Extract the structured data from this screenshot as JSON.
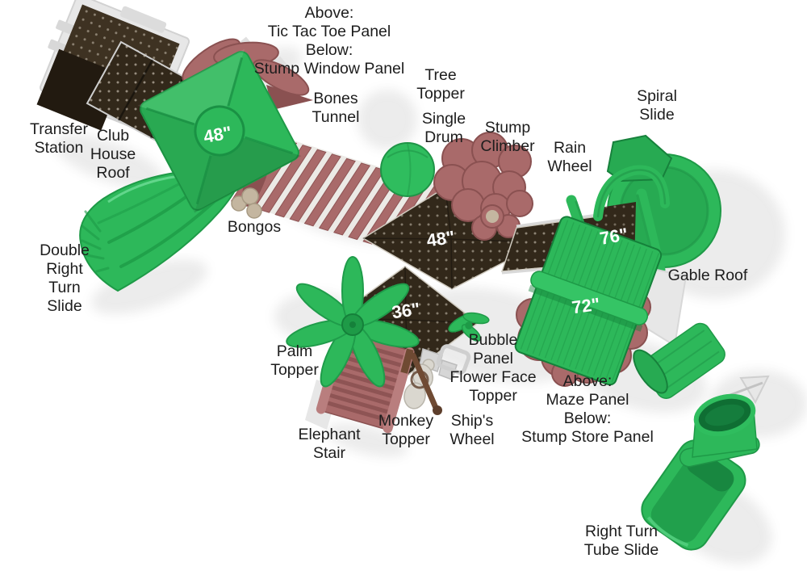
{
  "diagram": {
    "type": "playground-equipment-overhead-plan",
    "background": "#ffffff"
  },
  "labels": {
    "tic_tac_toe": "Above:\nTic Tac Toe Panel\nBelow:\nStump Window Panel",
    "tree_topper": "Tree\nTopper",
    "bones_tunnel": "Bones\nTunnel",
    "single_drum": "Single\nDrum",
    "stump_climber": "Stump\nClimber",
    "spiral_slide": "Spiral\nSlide",
    "rain_wheel": "Rain\nWheel",
    "transfer_station": "Transfer\nStation",
    "club_house_roof": "Club\nHouse\nRoof",
    "bongos": "Bongos",
    "double_right_turn_slide": "Double\nRight\nTurn\nSlide",
    "gable_roof": "Gable Roof",
    "palm_topper": "Palm\nTopper",
    "bubble_panel": "Bubble\nPanel\nFlower Face\nTopper",
    "maze_panel": "Above:\nMaze Panel\nBelow:\nStump Store Panel",
    "elephant_stair": "Elephant\nStair",
    "monkey_topper": "Monkey\nTopper",
    "ships_wheel": "Ship's\nWheel",
    "right_turn_tube_slide": "Right Turn\nTube Slide"
  },
  "dimensions": {
    "clubhouse_roof_height": "48\"",
    "center_deck_height": "48\"",
    "lower_deck_height": "36\"",
    "spiral_slide_deck_height": "76\"",
    "gable_roof_deck_height": "72\""
  },
  "colors": {
    "green": "#2db85a",
    "green_mid": "#27aa52",
    "green_dark": "#1e9a47",
    "green_deep": "#15803a",
    "deck_brown": "#32281a",
    "deck_brown_light": "#3e3222",
    "maroon": "#a96a6a",
    "maroon_dark": "#8a5151",
    "tan": "#c4b6a0",
    "gray_light": "#e7e7e7",
    "gray_mid": "#c4c4c4",
    "wood_brown": "#6f4a33",
    "label_text": "#1d1d1d",
    "dim_text": "#ffffff",
    "background": "#ffffff"
  }
}
